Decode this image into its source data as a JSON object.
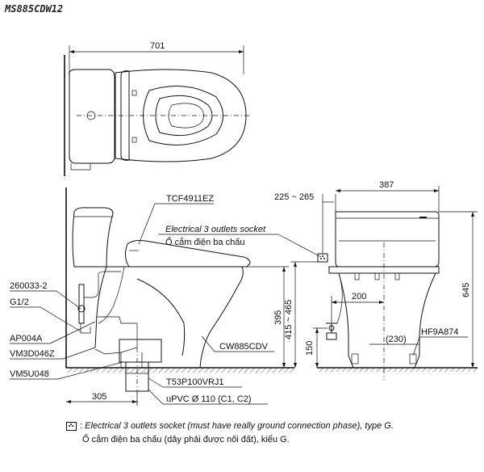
{
  "model": "MS885CDW12",
  "dimensions": {
    "top_width": "701",
    "back_distance": "305",
    "outlet_height": "395",
    "socket_range": "225 ~ 265",
    "side_width": "387",
    "side_height": "645",
    "socket_height_range": "415 ~ 465",
    "inlet_offset": "200",
    "inlet_height": "150",
    "pipe_center": "(230)"
  },
  "part_labels": {
    "seat": "TCF4911EZ",
    "socket_en": "Electrical 3 outlets socket",
    "socket_vi": "Ổ cắm điện ba chấu",
    "fitting": "260033-2",
    "thread": "G1/2",
    "ap": "AP004A",
    "vm3": "VM3D046Z",
    "vm5": "VM5U048",
    "bowl": "CW885CDV",
    "flange": "T53P100VRJ1",
    "pipe": "uPVC Ø 110 (C1, C2)",
    "hf": "HF9A874"
  },
  "footnote": {
    "marker": ":",
    "line_en": "Electrical 3 outlets socket (must have really ground connection phase), type G.",
    "line_vi": "Ổ cắm điện ba chấu (dây phải được nối đất), kiểu G."
  },
  "icons": {
    "socket": "socket-icon"
  }
}
